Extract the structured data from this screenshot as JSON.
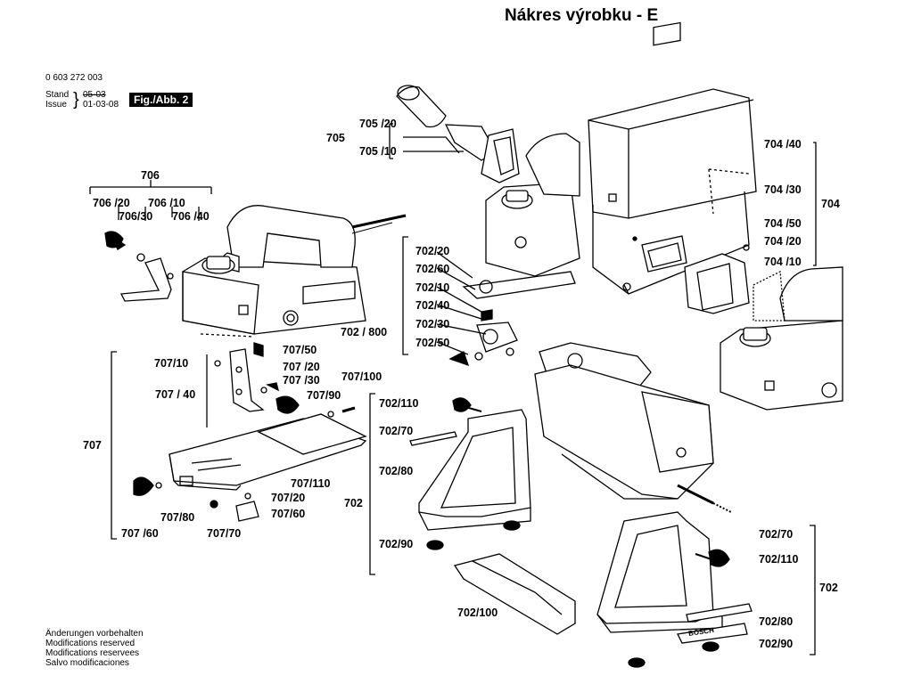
{
  "title": "Nákres výrobku - E",
  "header": {
    "part_number": "0 603 272 003",
    "stand_label": "Stand",
    "stand_value": "05-03",
    "issue_label": "Issue",
    "issue_value": "01-03-08",
    "fig_label": "Fig./Abb. 2"
  },
  "footer": {
    "lines": [
      "Änderungen vorbehalten",
      "Modifications reserved",
      "Modifications reservees",
      "Salvo modificaciones"
    ]
  },
  "brand": "BOSCH",
  "labels": {
    "g705": "705",
    "p705_20": "705 /20",
    "p705_10": "705 /10",
    "g706": "706",
    "p706_20": "706 /20",
    "p706_10": "706 /10",
    "p706_30": "706/30",
    "p706_40": "706 /40",
    "p704_40": "704 /40",
    "p704_30": "704 /30",
    "g704": "704",
    "p704_50": "704 /50",
    "p704_20": "704 /20",
    "p704_10": "704 /10",
    "p702_20": "702/20",
    "p702_60": "702/60",
    "p702_10": "702/10",
    "p702_40": "702/40",
    "g702_800": "702 / 800",
    "p702_30": "702/30",
    "p702_50": "702/50",
    "p707_50": "707/50",
    "p707_10": "707/10",
    "p707_20": "707 /20",
    "p707_30": "707 /30",
    "p707_100": "707/100",
    "p707_40": "707 / 40",
    "p707_90": "707/90",
    "g707": "707",
    "p707_110": "707/110",
    "p707_20b": "707/20",
    "p707_80": "707/80",
    "p707_60b": "707/60",
    "p707_60": "707 /60",
    "p707_70": "707/70",
    "p702_110": "702/110",
    "p702_70": "702/70",
    "p702_80": "702/80",
    "g702": "702",
    "p702_90": "702/90",
    "p702_100": "702/100",
    "p702_70r": "702/70",
    "p702_110r": "702/110",
    "g702r": "702",
    "p702_80r": "702/80",
    "p702_90r": "702/90"
  }
}
